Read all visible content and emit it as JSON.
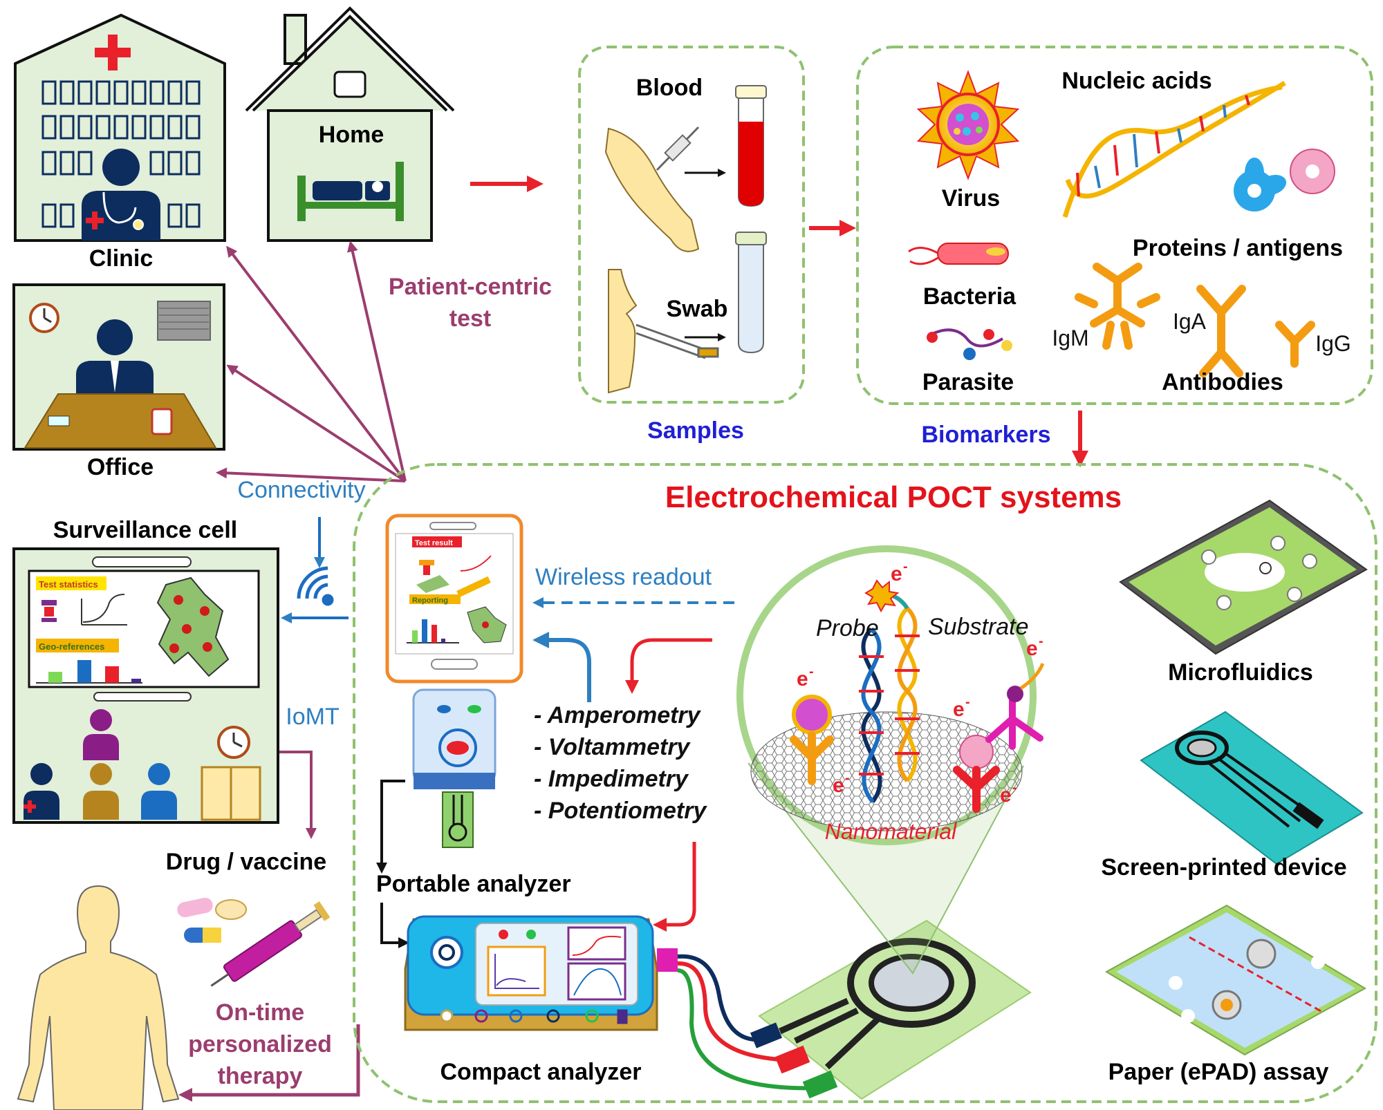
{
  "locations": {
    "clinic": "Clinic",
    "home": "Home",
    "office": "Office",
    "surveillance": "Surveillance cell",
    "surveillance_stats": "Test statistics",
    "surveillance_geo": "Geo-references"
  },
  "flow": {
    "patient_centric": "Patient-centric",
    "patient_centric_2": "test",
    "connectivity": "Connectivity",
    "iomt": "IoMT",
    "drug_vaccine": "Drug / vaccine",
    "therapy_1": "On-time",
    "therapy_2": "personalized",
    "therapy_3": "therapy",
    "wireless": "Wireless readout"
  },
  "samples": {
    "blood": "Blood",
    "swab": "Swab",
    "caption": "Samples"
  },
  "biomarkers": {
    "nucleic": "Nucleic acids",
    "virus": "Virus",
    "bacteria": "Bacteria",
    "parasite": "Parasite",
    "proteins": "Proteins / antigens",
    "igm": "IgM",
    "iga": "IgA",
    "igg": "IgG",
    "antibodies": "Antibodies",
    "caption": "Biomarkers"
  },
  "poct": {
    "title": "Electrochemical POCT systems",
    "phone_result": "Test result",
    "phone_report": "Reporting",
    "methods": [
      "- Amperometry",
      "- Voltammetry",
      "- Impedimetry",
      "- Potentiometry"
    ],
    "portable": "Portable analyzer",
    "compact": "Compact analyzer",
    "probe": "Probe",
    "substrate": "Substrate",
    "nanomaterial": "Nanomaterial",
    "electron": "e",
    "electron_sup": "-",
    "microfluidics": "Microfluidics",
    "screen_printed": "Screen-printed device",
    "paper": "Paper (ePAD) assay"
  },
  "colors": {
    "panel_green": "#e2efd9",
    "dash_green": "#8fc16f",
    "arrow_red": "#e8212b",
    "arrow_purple": "#9b3d6e",
    "caption_blue": "#1f1fd6",
    "link_blue": "#2d7fc1",
    "title_red": "#e3131b",
    "person_navy": "#0d2d5e"
  }
}
